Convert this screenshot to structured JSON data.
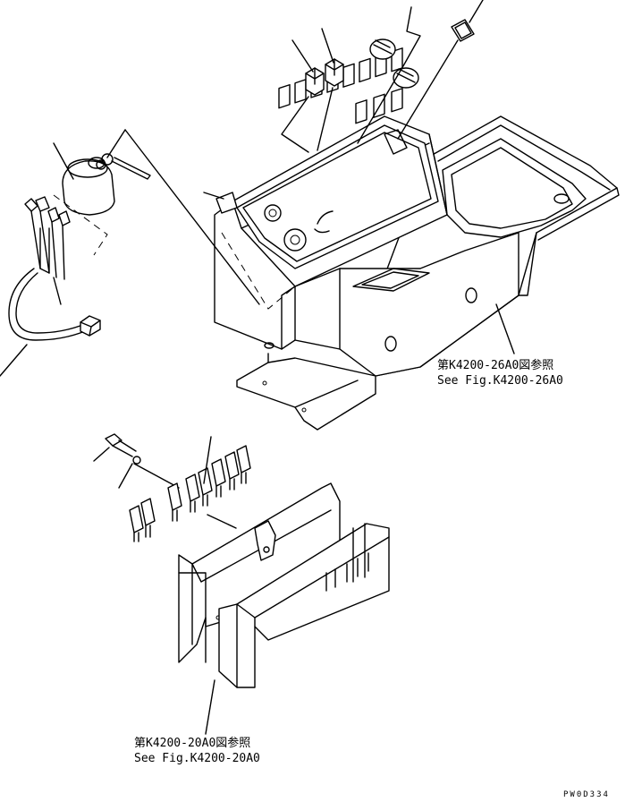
{
  "references": {
    "upper": {
      "jp": "第K4200-26A0図参照",
      "en": "See Fig.K4200-26A0"
    },
    "lower": {
      "jp": "第K4200-20A0図参照",
      "en": "See Fig.K4200-20A0"
    }
  },
  "drawing_code": "PW0D334"
}
